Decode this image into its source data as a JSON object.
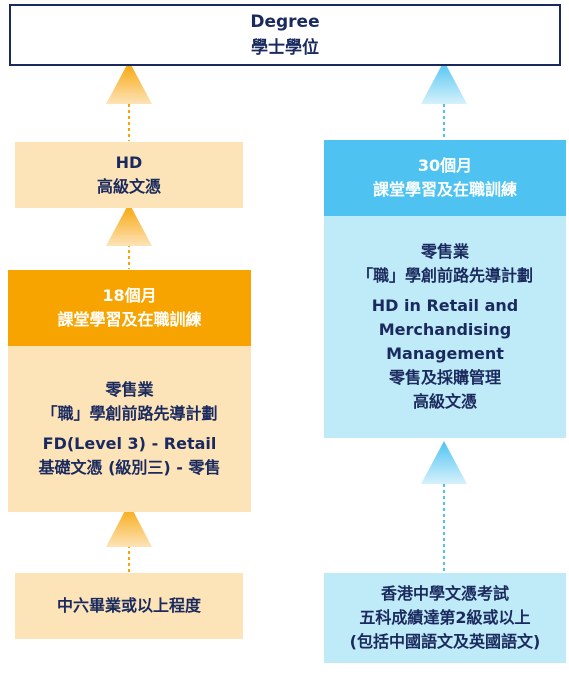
{
  "degree": {
    "line1": "Degree",
    "line2": "學士學位"
  },
  "hd": {
    "line1": "HD",
    "line2": "高級文憑"
  },
  "fd": {
    "duration": "18個月",
    "mode": "課堂學習及在職訓練",
    "industry": "零售業",
    "scheme": "「職」學創前路先導計劃",
    "programme_en": "FD(Level 3) - Retail",
    "programme_zh": "基礎文憑 (級別三) - 零售"
  },
  "form6": {
    "text": "中六畢業或以上程度"
  },
  "hd_retail": {
    "duration": "30個月",
    "mode": "課堂學習及在職訓練",
    "industry": "零售業",
    "scheme": "「職」學創前路先導計劃",
    "programme_en_1": "HD in Retail and",
    "programme_en_2": "Merchandising",
    "programme_en_3": "Management",
    "programme_zh_1": "零售及採購管理",
    "programme_zh_2": "高級文憑"
  },
  "dse": {
    "line1": "香港中學文憑考試",
    "line2": "五科成績達第2級或以上",
    "line3": "(包括中國語文及英國語文)"
  },
  "colors": {
    "navy": "#1a2a5e",
    "orange": "#f7a300",
    "peach": "#fde3b8",
    "blue": "#4ec3f2",
    "light_blue": "#bfeaf8"
  }
}
